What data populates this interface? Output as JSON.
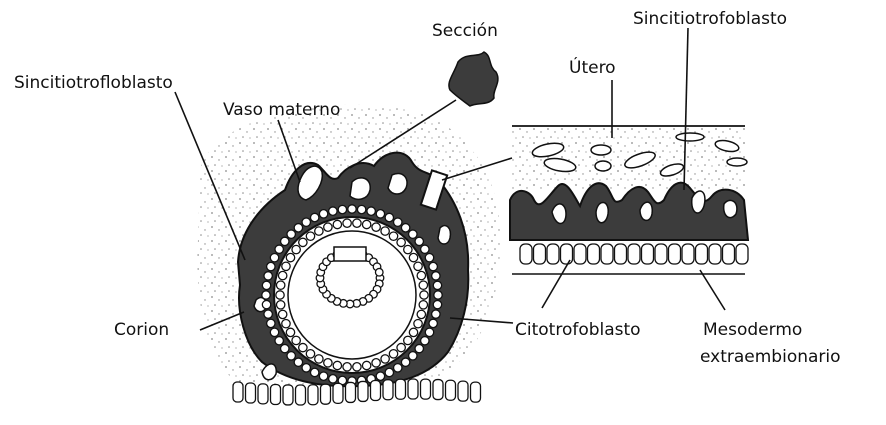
{
  "labels": {
    "seccion": "Sección",
    "sincitiotrofoblasto_right": "Sincitiotrofoblasto",
    "utero": "Útero",
    "sincitiotrofloblasto_left": "Sincitiotrofloblasto",
    "vaso_materno": "Vaso materno",
    "corion": "Corion",
    "citotrofoblasto": "Citotrofoblasto",
    "mesodermo_line1": "Mesodermo",
    "mesodermo_line2": "extraembionario"
  },
  "colors": {
    "tissue": "#3c3c3c",
    "outline": "#111111",
    "background": "#ffffff",
    "stipple": "#8a8a8a"
  }
}
